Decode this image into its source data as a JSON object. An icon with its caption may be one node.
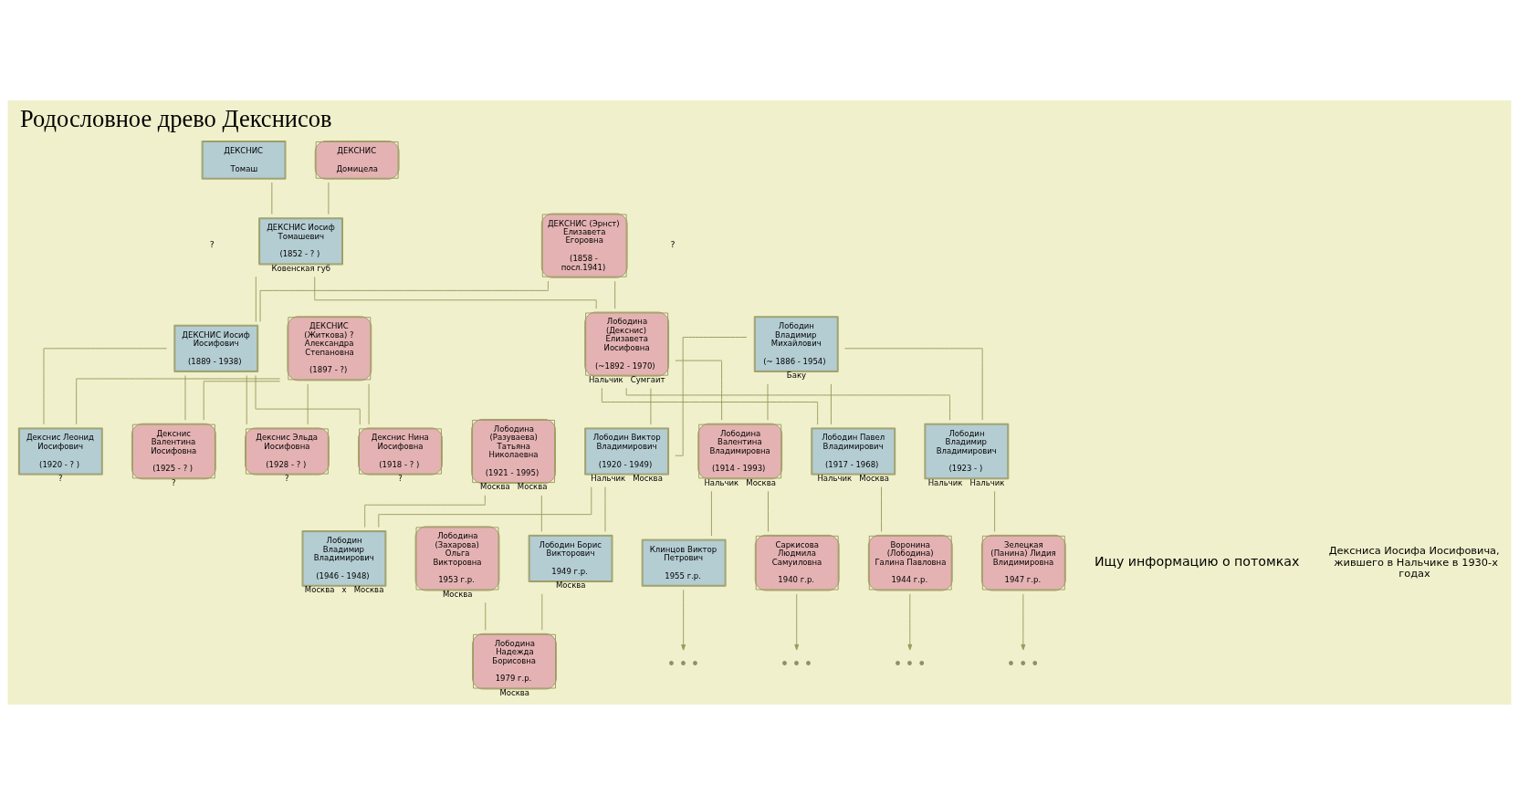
{
  "diagram": {
    "title": "Родословное древо Декснисов",
    "nodes": [
      {
        "text": [
          "ДЕКСНИС",
          "Томаш"
        ]
      },
      {
        "text": [
          "ДЕКСНИС",
          "Домицела"
        ]
      },
      {
        "text": [
          "ДЕКСНИС Иосиф Томашевич",
          "(1852 - ? )"
        ],
        "beside": [
          "Ковенская губ"
        ]
      },
      {
        "text": [
          "ДЕКСНИС (Эрнст) Елизавета Егоровна",
          "(1858 - посл.1941)"
        ]
      },
      {
        "text": [
          "ДЕКСНИС Иосиф Иосифович",
          "(1889 - 1938)"
        ]
      },
      {
        "text": [
          "ДЕКСНИС (Житкова) ? Александра Степановна",
          "(1897 - ?)"
        ]
      },
      {
        "text": [
          "Лободина (Декснис) Елизавета Иосифовна",
          "(~1892 - 1970)"
        ],
        "beside": [
          "Нальчик",
          "Сумгаит"
        ]
      },
      {
        "text": [
          "Лободин Владимир Михайлович",
          "(~ 1886 - 1954)"
        ],
        "beside": [
          "Баку"
        ]
      },
      {
        "text": [
          "Декснис Нина Иосифовна",
          "(1918 - ? )"
        ],
        "beside": [
          "?"
        ]
      },
      {
        "text": [
          "Декснис Леонид Иосифович",
          "(1920 - ? )"
        ],
        "beside": [
          "?"
        ]
      },
      {
        "text": [
          "Декснис Валентина Иосифовна",
          "(1925 - ? )"
        ],
        "beside": [
          "?"
        ]
      },
      {
        "text": [
          "Декснис Эльда Иосифовна",
          "(1928 - ? )"
        ],
        "beside": [
          "?"
        ]
      },
      {
        "text": [
          "Лободина Валентина Владимировна",
          "(1914 - 1993)"
        ],
        "beside": [
          "Нальчик",
          "Москва"
        ]
      },
      {
        "text": [
          "Лободин Павел Владимирович",
          "(1917 - 1968)"
        ],
        "beside": [
          "Нальчик",
          "Москва"
        ]
      },
      {
        "text": [
          "Лободин Виктор Владимирович",
          "(1920 - 1949)"
        ],
        "beside": [
          "Нальчик",
          "Москва"
        ]
      },
      {
        "text": [
          "Лободина (Разуваева) Татьяна Николаевна",
          "(1921 - 1995)"
        ],
        "beside": [
          "Москва",
          "Москва"
        ]
      },
      {
        "text": [
          "Лободин Владимир Владимирович",
          "(1923 - )"
        ],
        "beside": [
          "Нальчик",
          "Нальчик"
        ]
      },
      {
        "text": [
          "Саркисова Людмила Самуиловна",
          "1940 г.р."
        ]
      },
      {
        "text": [
          "Клинцов Виктор Петрович",
          "1955 г.р."
        ]
      },
      {
        "text": [
          "Воронина (Лободина) Галина Павловна",
          "1944 г.р."
        ]
      },
      {
        "text": [
          "Лободин Владимир Владимирович",
          "(1946 - 1948)"
        ],
        "beside": [
          "Москва",
          "x",
          "Москва"
        ]
      },
      {
        "text": [
          "Лободин Борис Викторович",
          "1949 г.р."
        ],
        "beside": [
          "Москва"
        ]
      },
      {
        "text": [
          "Лободина (Захарова) Ольга Викторовна",
          "1953 г.р."
        ],
        "beside": [
          "Москва"
        ]
      },
      {
        "text": [
          "Зелецкая (Панина) Лидия Влидимировна",
          "1947 г.р."
        ]
      },
      {
        "text": [
          "Лободина Надежда Борисовна",
          "1979 г.р."
        ],
        "beside": [
          "Москва"
        ]
      },
      {
        "text": [
          "• • •"
        ]
      },
      {
        "text": [
          "• • •"
        ]
      },
      {
        "text": [
          "• • •"
        ]
      },
      {
        "text": [
          "• • •"
        ]
      }
    ],
    "edges": [
      {
        "from": 0,
        "to": 2,
        "arrow": "none"
      },
      {
        "from": 1,
        "to": 2,
        "arrow": "none"
      },
      {
        "from": 2,
        "to": 4,
        "arrow": "none"
      },
      {
        "from": 3,
        "to": 4,
        "arrow": "none"
      },
      {
        "from": 2,
        "to": 6,
        "arrow": "none"
      },
      {
        "from": 3,
        "to": 6,
        "arrow": "none"
      },
      {
        "from": 4,
        "to": 8,
        "arrow": "none"
      },
      {
        "from": 5,
        "to": 8,
        "arrow": "none"
      },
      {
        "from": 4,
        "to": 9,
        "arrow": "none"
      },
      {
        "from": 5,
        "to": 9,
        "arrow": "none"
      },
      {
        "from": 4,
        "to": 10,
        "arrow": "none"
      },
      {
        "from": 5,
        "to": 10,
        "arrow": "none"
      },
      {
        "from": 4,
        "to": 11,
        "arrow": "none"
      },
      {
        "from": 5,
        "to": 11,
        "arrow": "none"
      },
      {
        "from": 6,
        "to": 12,
        "arrow": "none"
      },
      {
        "from": 7,
        "to": 12,
        "arrow": "none"
      },
      {
        "from": 6,
        "to": 13,
        "arrow": "none"
      },
      {
        "from": 7,
        "to": 13,
        "arrow": "none"
      },
      {
        "from": 6,
        "to": 14,
        "arrow": "none"
      },
      {
        "from": 7,
        "to": 14,
        "arrow": "none"
      },
      {
        "from": 6,
        "to": 16,
        "arrow": "none"
      },
      {
        "from": 7,
        "to": 16,
        "arrow": "none"
      },
      {
        "from": 12,
        "to": 17,
        "arrow": "none"
      },
      {
        "from": 12,
        "to": 18,
        "arrow": "none"
      },
      {
        "from": 13,
        "to": 19,
        "arrow": "none"
      },
      {
        "from": 14,
        "to": 20,
        "arrow": "none"
      },
      {
        "from": 15,
        "to": 20,
        "arrow": "none"
      },
      {
        "from": 14,
        "to": 21,
        "arrow": "none"
      },
      {
        "from": 15,
        "to": 21,
        "arrow": "none"
      },
      {
        "from": 16,
        "to": 23,
        "arrow": "none"
      },
      {
        "from": 21,
        "to": 24,
        "arrow": "none"
      },
      {
        "from": 22,
        "to": 24,
        "arrow": "none"
      },
      {
        "from": 17,
        "to": 25,
        "arrow": "to"
      },
      {
        "from": 18,
        "to": 26,
        "arrow": "to"
      },
      {
        "from": 19,
        "to": 27,
        "arrow": "to"
      },
      {
        "from": 23,
        "to": 28,
        "arrow": "to"
      }
    ],
    "labels": [
      "?",
      "?",
      "Ищу информацию о потомках",
      "Дексниса Иосифа Иосифовича, жившего в Нальчике в 1930-х годах"
    ]
  }
}
